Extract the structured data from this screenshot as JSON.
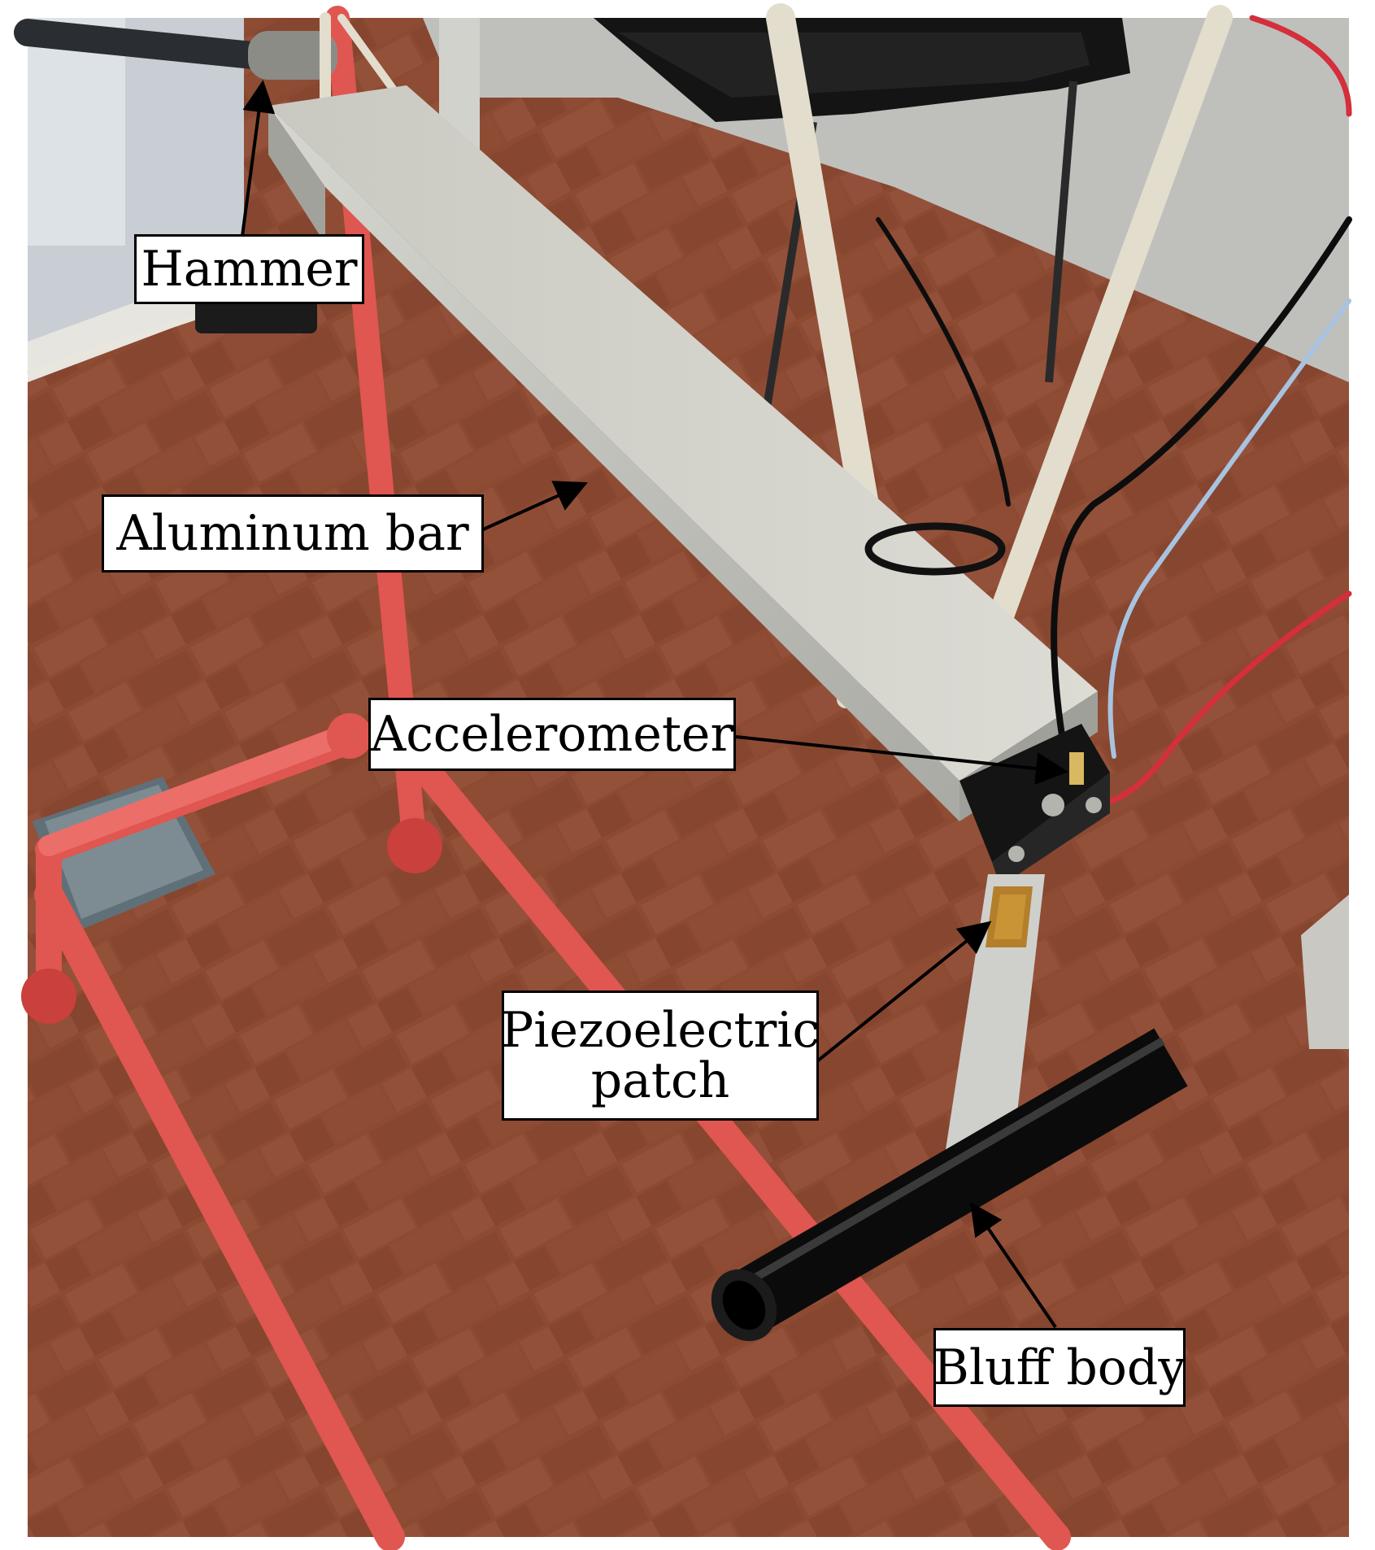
{
  "labels": {
    "hammer": "Hammer",
    "aluminum_bar": "Aluminum bar",
    "accelerometer": "Accelerometer",
    "piezo_line1": "Piezoelectric",
    "piezo_line2": "patch",
    "bluff_body": "Bluff body"
  },
  "colors": {
    "floor": "#8a4a30",
    "tile_grout": "#b88068",
    "frame": "#e0504a",
    "aluminum": "#c8c9c2",
    "rope": "#e8e4d8",
    "bluff_body": "#0c0c0c",
    "wire_red": "#d8303c",
    "wire_blue": "#a8c4e0",
    "wire_black": "#111111"
  }
}
